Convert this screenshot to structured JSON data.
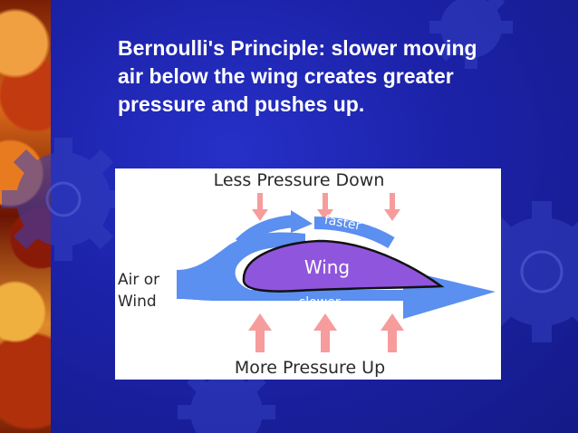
{
  "slide": {
    "title_lines": [
      "Bernoulli's Principle: slower moving",
      "air below the wing creates greater",
      "pressure and pushes up."
    ]
  },
  "diagram": {
    "top_label": "Less Pressure Down",
    "bottom_label": "More Pressure Up",
    "air_label_line1": "Air or",
    "air_label_line2": "Wind",
    "wing_label": "Wing",
    "faster_label": "faster",
    "slower_label": "slower",
    "colors": {
      "flow_arrow": "#5b8ff0",
      "wing_fill": "#9055dd",
      "pressure_arrow": "#f79c9c",
      "slide_background": "#1c22a8",
      "diagram_background": "#ffffff",
      "title_text": "#ffffff"
    }
  }
}
